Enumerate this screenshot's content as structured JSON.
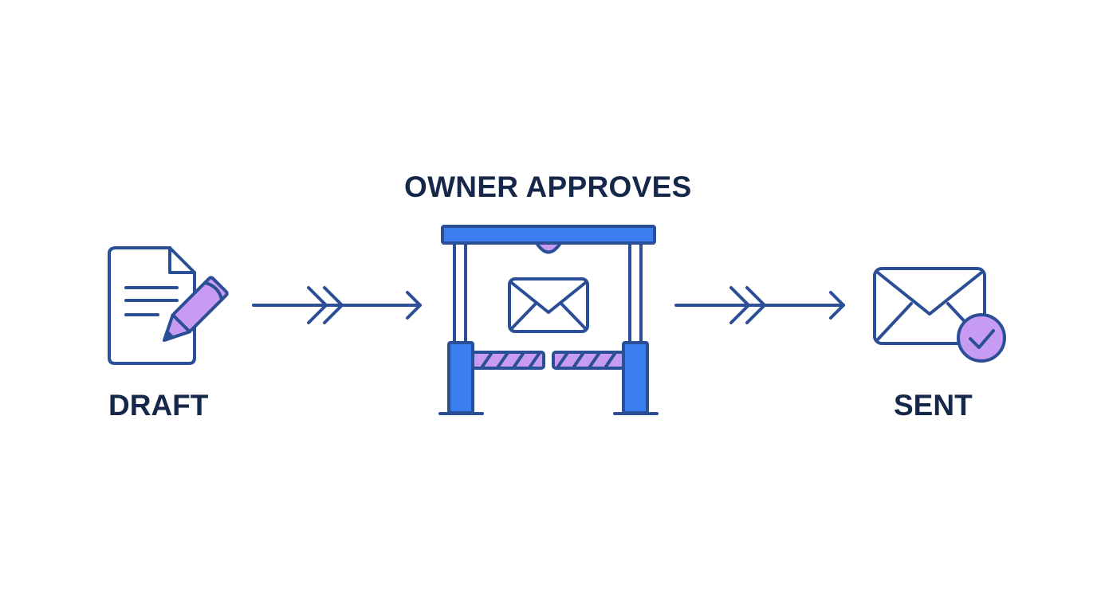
{
  "steps": [
    {
      "id": "draft",
      "label": "DRAFT",
      "icon": "document-pencil-icon"
    },
    {
      "id": "approval",
      "label": "OWNER APPROVES",
      "icon": "gate-envelope-icon"
    },
    {
      "id": "sent",
      "label": "SENT",
      "icon": "envelope-check-icon"
    }
  ],
  "connectors": [
    {
      "from": "draft",
      "to": "approval",
      "icon": "double-chevron-arrow-icon"
    },
    {
      "from": "approval",
      "to": "sent",
      "icon": "double-chevron-arrow-icon"
    }
  ],
  "colors": {
    "stroke": "#2b4f96",
    "accent_blue": "#3b7ef0",
    "accent_purple": "#c79bf2",
    "text": "#16284a",
    "background": "#ffffff"
  }
}
